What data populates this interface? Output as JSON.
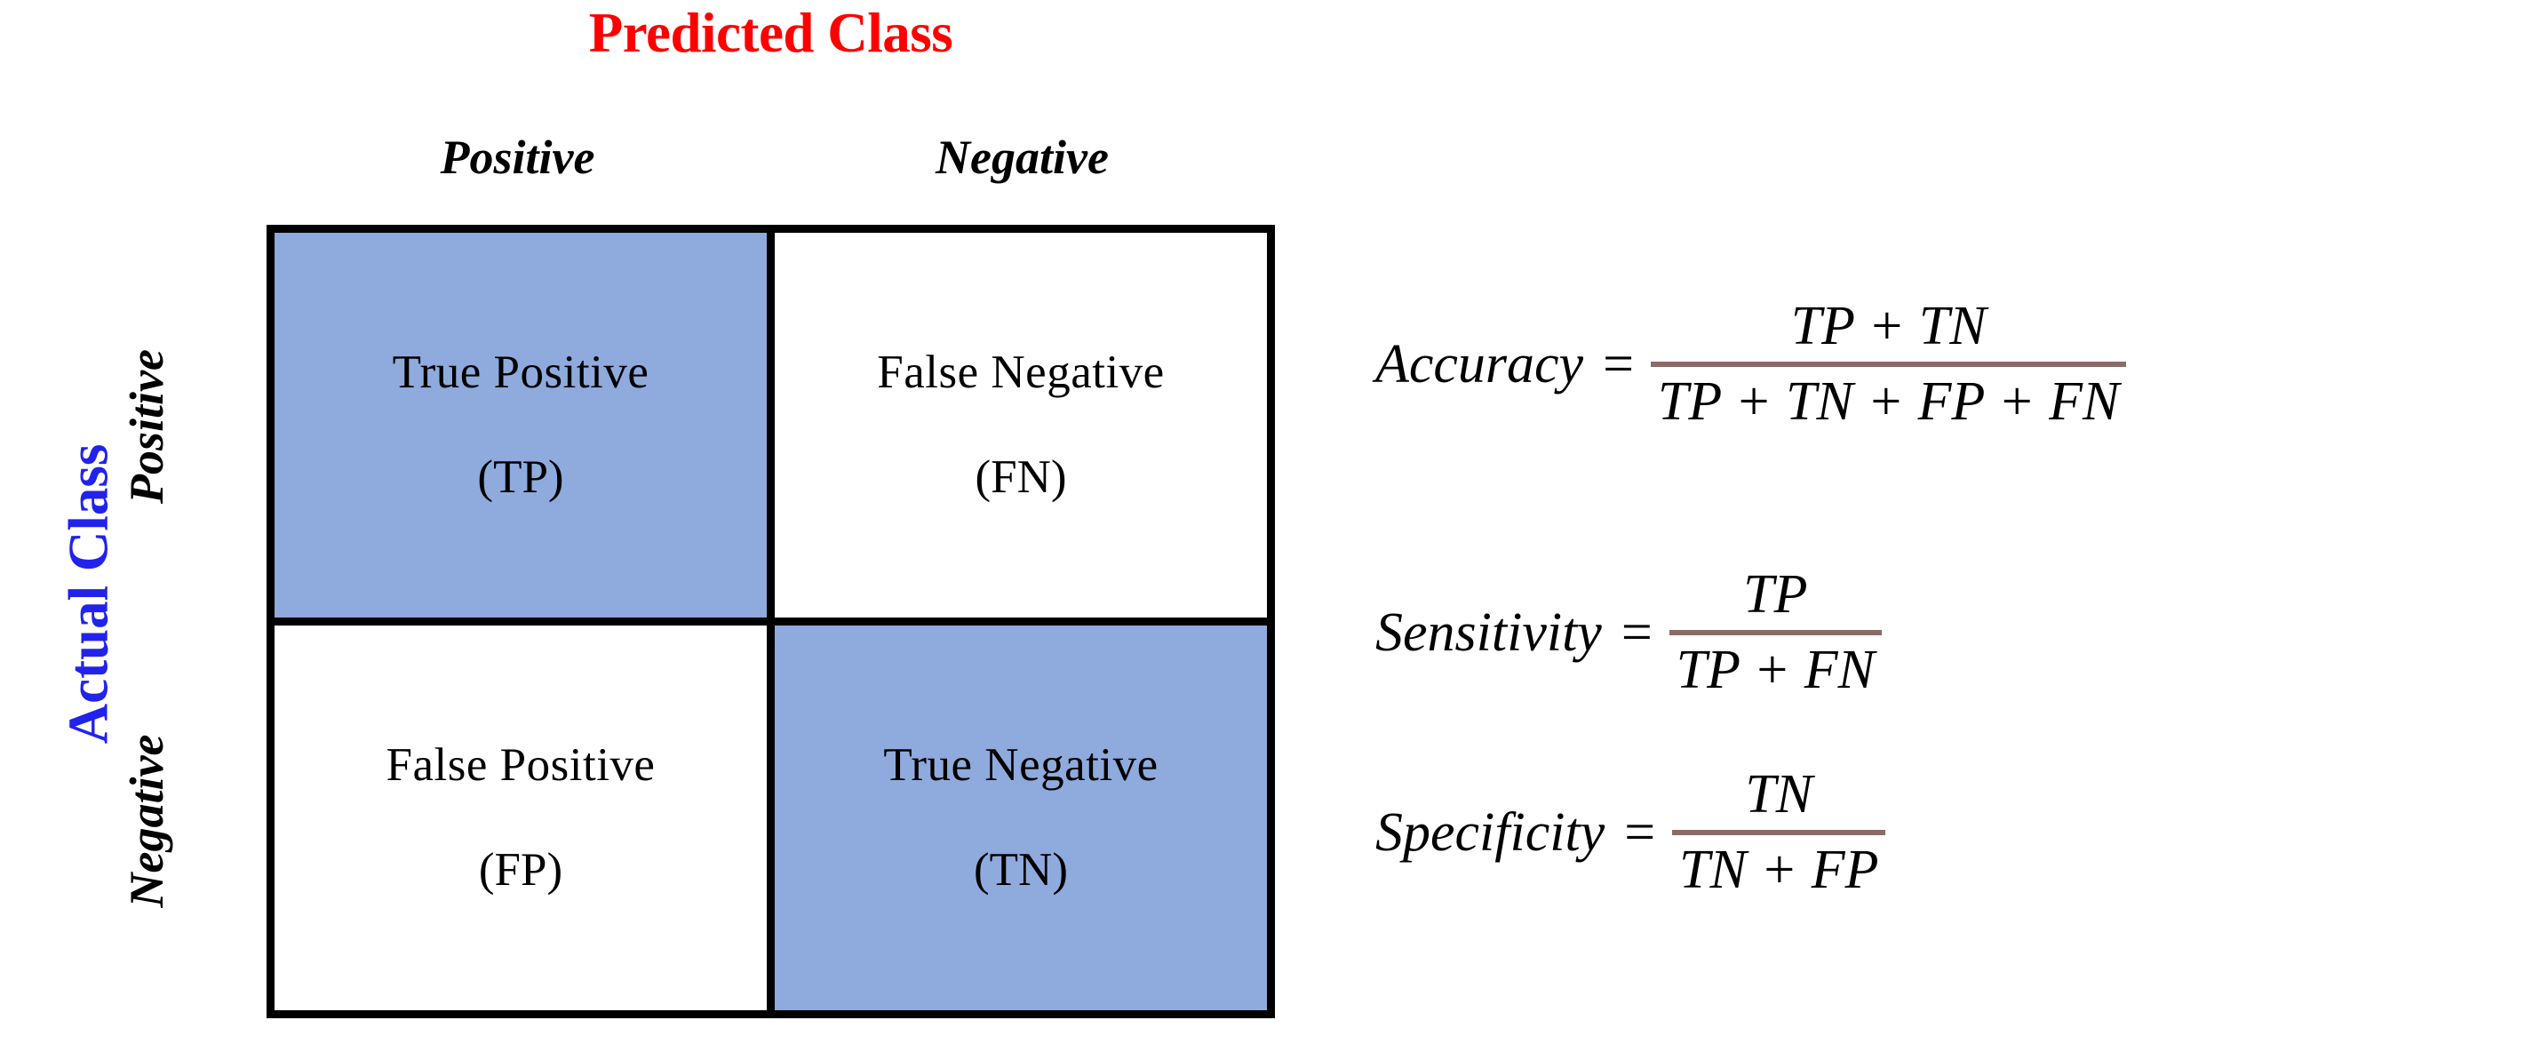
{
  "matrix": {
    "column_axis_title": "Predicted Class",
    "column_axis_title_color": "#fe0000",
    "row_axis_title": "Actual Class",
    "row_axis_title_color": "#2222ee",
    "column_headers": [
      "Positive",
      "Negative"
    ],
    "row_headers": [
      "Positive",
      "Negative"
    ],
    "highlight_color": "#8faadc",
    "border_color": "#000000",
    "cells": [
      {
        "label": "True Positive",
        "abbrev": "(TP)",
        "filled": true
      },
      {
        "label": "False Negative",
        "abbrev": "(FN)",
        "filled": false
      },
      {
        "label": "False Positive",
        "abbrev": "(FP)",
        "filled": false
      },
      {
        "label": "True Negative",
        "abbrev": "(TN)",
        "filled": true
      }
    ]
  },
  "formulas": {
    "bar_color": "#8a6b66",
    "equals": "=",
    "items": [
      {
        "name": "Accuracy",
        "numerator": "TP + TN",
        "denominator": "TP + TN + FP + FN"
      },
      {
        "name": "Sensitivity",
        "numerator": "TP",
        "denominator": "TP + FN"
      },
      {
        "name": "Specificity",
        "numerator": "TN",
        "denominator": "TN + FP"
      }
    ]
  }
}
